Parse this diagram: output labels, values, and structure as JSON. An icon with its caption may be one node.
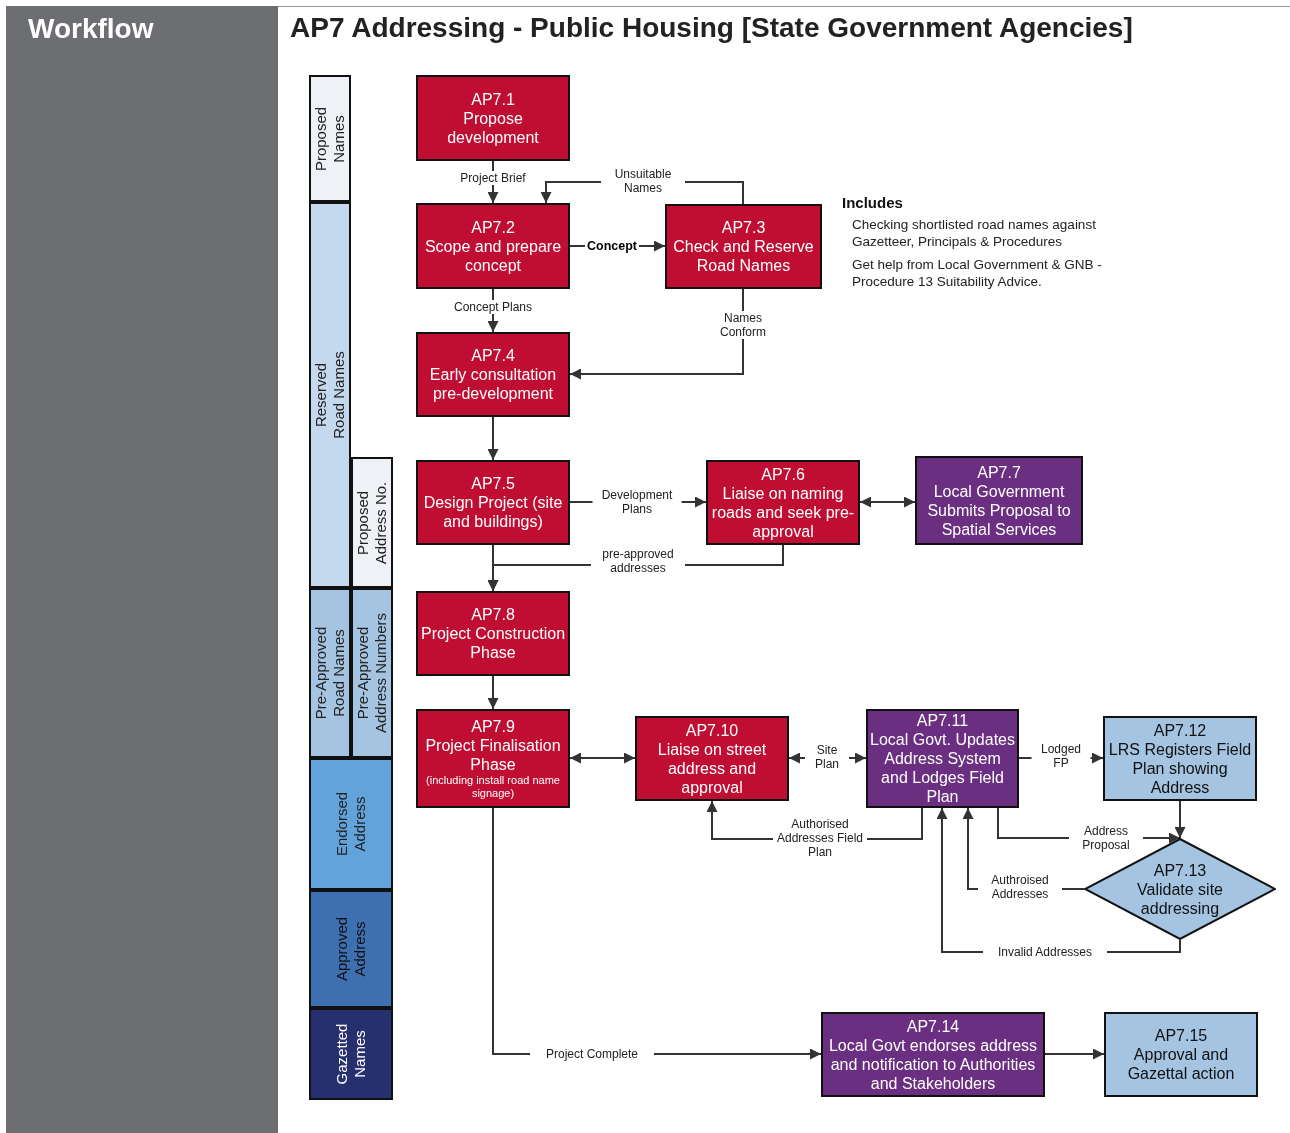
{
  "diagram": {
    "title": "AP7 Addressing - Public Housing [State Government Agencies]",
    "nodes": [
      {
        "text": [
          "Proposed Names"
        ]
      },
      {
        "text": [
          "Reserved Road Names"
        ]
      },
      {
        "text": [
          "Proposed Address No."
        ]
      },
      {
        "text": [
          "Pre-Approved Road Names"
        ]
      },
      {
        "text": [
          "Pre-Approved Address Numbers"
        ]
      },
      {
        "text": [
          "Endorsed Address"
        ]
      },
      {
        "text": [
          "Approved Address"
        ]
      },
      {
        "text": [
          "Gazetted Names"
        ]
      },
      {
        "text": [
          "AP7.1",
          "Propose development"
        ]
      },
      {
        "text": [
          "AP7.2",
          "Scope and prepare concept"
        ]
      },
      {
        "text": [
          "AP7.3",
          "Check and Reserve Road Names"
        ]
      },
      {
        "text": [
          "AP7.4",
          "Early consultation pre-development"
        ]
      },
      {
        "text": [
          "AP7.5",
          "Design Project (site and buildings)"
        ]
      },
      {
        "text": [
          "AP7.6",
          "Liaise on naming roads and seek pre-approval"
        ]
      },
      {
        "text": [
          "AP7.7",
          "Local Government Submits Proposal to Spatial Services"
        ]
      },
      {
        "text": [
          "AP7.8",
          "Project Construction Phase"
        ]
      },
      {
        "text": [
          "AP7.9",
          "Project Finalisation Phase",
          "(including install road name signage)"
        ]
      },
      {
        "text": [
          "AP7.10",
          "Liaise on street address and approval"
        ]
      },
      {
        "text": [
          "AP7.11",
          "Local Govt. Updates Address System and Lodges Field Plan"
        ]
      },
      {
        "text": [
          "AP7.12",
          "LRS Registers Field Plan showing Address"
        ]
      },
      {
        "text": [
          "AP7.13",
          "Validate site addressing"
        ]
      },
      {
        "text": [
          "AP7.14",
          "Local Govt endorses address and notification to Authorities and Stakeholders"
        ]
      },
      {
        "text": [
          "AP7.15",
          "Approval and Gazettal action"
        ]
      }
    ],
    "edges": [
      {
        "from": 8,
        "to": 9,
        "arrow": "to",
        "label": "Project Brief"
      },
      {
        "from": 9,
        "to": 10,
        "arrow": "to",
        "label": "Concept"
      },
      {
        "from": 10,
        "to": 9,
        "arrow": "to",
        "label": "Unsuitable Names"
      },
      {
        "from": 10,
        "to": 11,
        "arrow": "to",
        "label": "Names Conform"
      },
      {
        "from": 9,
        "to": 11,
        "arrow": "to",
        "label": "Concept Plans"
      },
      {
        "from": 11,
        "to": 12,
        "arrow": "to"
      },
      {
        "from": 12,
        "to": 13,
        "arrow": "to",
        "label": "Development Plans"
      },
      {
        "from": 13,
        "to": 14,
        "arrow": "both"
      },
      {
        "from": 12,
        "to": 15,
        "arrow": "to"
      },
      {
        "from": 13,
        "to": 15,
        "arrow": "to",
        "label": "pre-approved addresses"
      },
      {
        "from": 15,
        "to": 16,
        "arrow": "to"
      },
      {
        "from": 16,
        "to": 17,
        "arrow": "both"
      },
      {
        "from": 17,
        "to": 18,
        "arrow": "both",
        "label": "Site Plan"
      },
      {
        "from": 18,
        "to": 19,
        "arrow": "to",
        "label": "Lodged FP"
      },
      {
        "from": 18,
        "to": 17,
        "arrow": "to",
        "label": "Authorised Addresses Field Plan"
      },
      {
        "from": 18,
        "to": 20,
        "arrow": "to",
        "label": "Address Proposal"
      },
      {
        "from": 19,
        "to": 20,
        "arrow": "to"
      },
      {
        "from": 20,
        "to": 18,
        "arrow": "to",
        "label": "Authroised Addresses"
      },
      {
        "from": 20,
        "to": 18,
        "arrow": "to",
        "label": "Invalid Addresses"
      },
      {
        "from": 16,
        "to": 21,
        "arrow": "to",
        "label": "Project Complete"
      },
      {
        "from": 21,
        "to": 22,
        "arrow": "to"
      }
    ],
    "labels": [
      "Workflow",
      "Includes",
      "Checking shortlisted road names against Gazetteer, Principals & Procedures",
      "Get help from Local Government & GNB - Procedure 13 Suitability Advice."
    ]
  }
}
